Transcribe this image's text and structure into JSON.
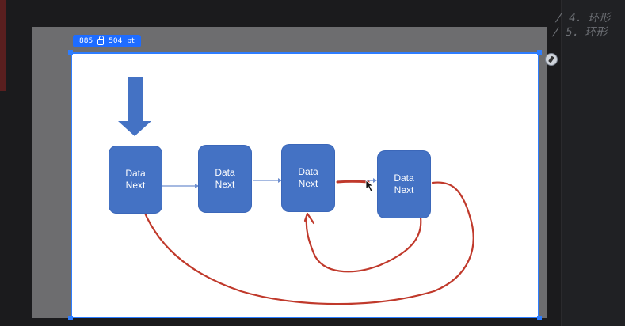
{
  "editor": {
    "code_line_1": "/ 4. 环形",
    "code_line_2": "/ 5. 环形"
  },
  "selection_badge": {
    "width": "885",
    "height": "504",
    "unit": "pt"
  },
  "diagram": {
    "nodes": [
      {
        "line1": "Data",
        "line2": "Next"
      },
      {
        "line1": "Data",
        "line2": "Next"
      },
      {
        "line1": "Data",
        "line2": "Next"
      },
      {
        "line1": "Data",
        "line2": "Next"
      }
    ],
    "node_color": "#4472c4",
    "arrow_color": "#4472c4",
    "annotation_color": "#c0392b"
  }
}
